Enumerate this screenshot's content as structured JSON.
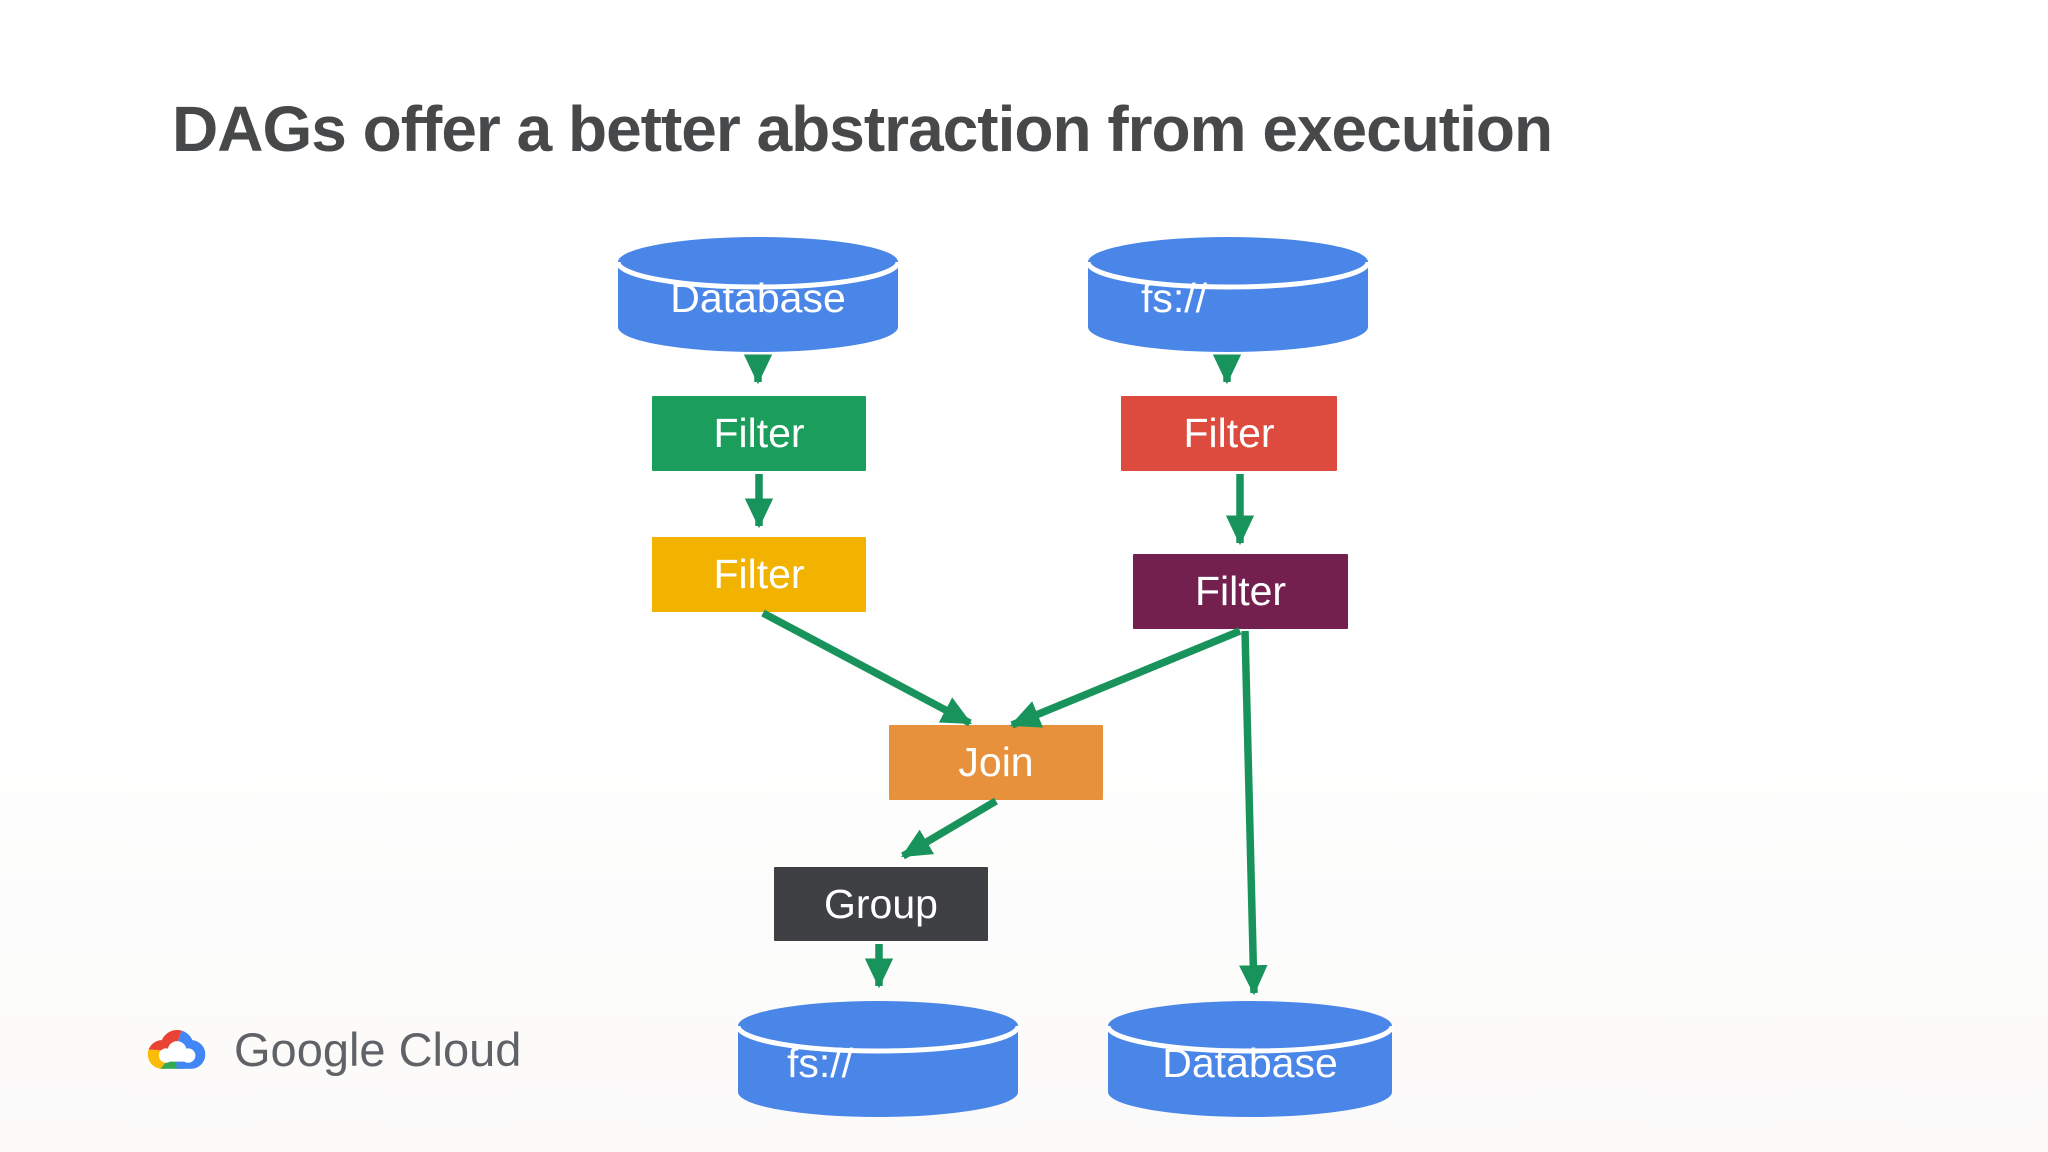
{
  "title": "DAGs offer a better abstraction from execution",
  "brand": {
    "name": "Google Cloud"
  },
  "colors": {
    "title_text": "#47484a",
    "cylinder_blue": "#4a86e8",
    "filter_green": "#1b9e5c",
    "filter_red": "#dc4b3e",
    "filter_yellow": "#f2b200",
    "filter_purple": "#73204f",
    "join_orange": "#e8913c",
    "group_gray": "#3f4043",
    "arrow_green": "#17935b",
    "node_text": "#ffffff",
    "brand_text": "#5f6368"
  },
  "diagram": {
    "nodes": {
      "db_top": {
        "label": "Database",
        "shape": "cylinder",
        "color": "#4a86e8"
      },
      "fs_top": {
        "label": "fs://",
        "shape": "cylinder",
        "color": "#4a86e8"
      },
      "filter_green": {
        "label": "Filter",
        "shape": "rect",
        "color": "#1b9e5c"
      },
      "filter_red": {
        "label": "Filter",
        "shape": "rect",
        "color": "#dc4b3e"
      },
      "filter_yellow": {
        "label": "Filter",
        "shape": "rect",
        "color": "#f2b200"
      },
      "filter_purple": {
        "label": "Filter",
        "shape": "rect",
        "color": "#73204f"
      },
      "join": {
        "label": "Join",
        "shape": "rect",
        "color": "#e8913c"
      },
      "group": {
        "label": "Group",
        "shape": "rect",
        "color": "#3f4043"
      },
      "fs_bottom": {
        "label": "fs://",
        "shape": "cylinder",
        "color": "#4a86e8"
      },
      "db_bottom": {
        "label": "Database",
        "shape": "cylinder",
        "color": "#4a86e8"
      }
    },
    "edges": [
      {
        "from": "db_top",
        "to": "filter_green"
      },
      {
        "from": "fs_top",
        "to": "filter_red"
      },
      {
        "from": "filter_green",
        "to": "filter_yellow"
      },
      {
        "from": "filter_red",
        "to": "filter_purple"
      },
      {
        "from": "filter_yellow",
        "to": "join"
      },
      {
        "from": "filter_purple",
        "to": "join"
      },
      {
        "from": "filter_purple",
        "to": "db_bottom"
      },
      {
        "from": "join",
        "to": "group"
      },
      {
        "from": "group",
        "to": "fs_bottom"
      }
    ],
    "arrow_color": "#17935b"
  }
}
